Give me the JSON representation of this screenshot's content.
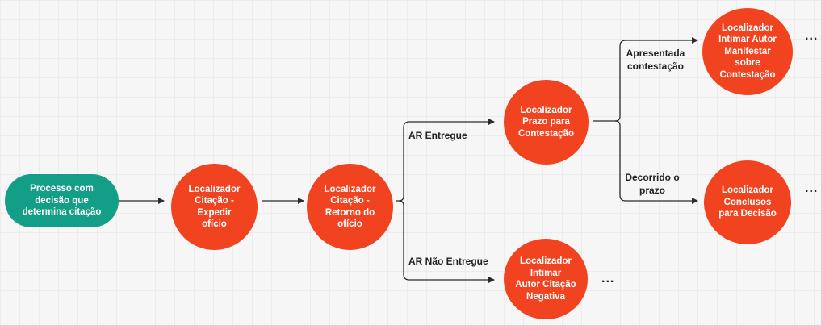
{
  "colors": {
    "start": "#139e87",
    "localizador": "#f1431f",
    "connector": "#2b2b2b",
    "text": "#ffffff"
  },
  "nodes": {
    "start": "Processo com\ndecisão que\ndetermina citação",
    "expedir": "Localizador\nCitação  -\nExpedir\nofício",
    "retorno": "Localizador\nCitação  -\nRetorno do\nofício",
    "prazo": "Localizador\nPrazo para\nContestação",
    "intimar_negativa": "Localizador\nIntimar\nAutor Citação\nNegativa",
    "intimar_contestacao": "Localizador\nIntimar Autor\nManifestar\nsobre\nContestação",
    "conclusos": "Localizador\nConclusos\npara Decisão"
  },
  "edge_labels": {
    "ar_entregue": "AR Entregue",
    "ar_nao_entregue": "AR Não Entregue",
    "apresentada": "Apresentada\ncontestação",
    "decorrido": "Decorrido o\nprazo"
  },
  "continuation": "..."
}
